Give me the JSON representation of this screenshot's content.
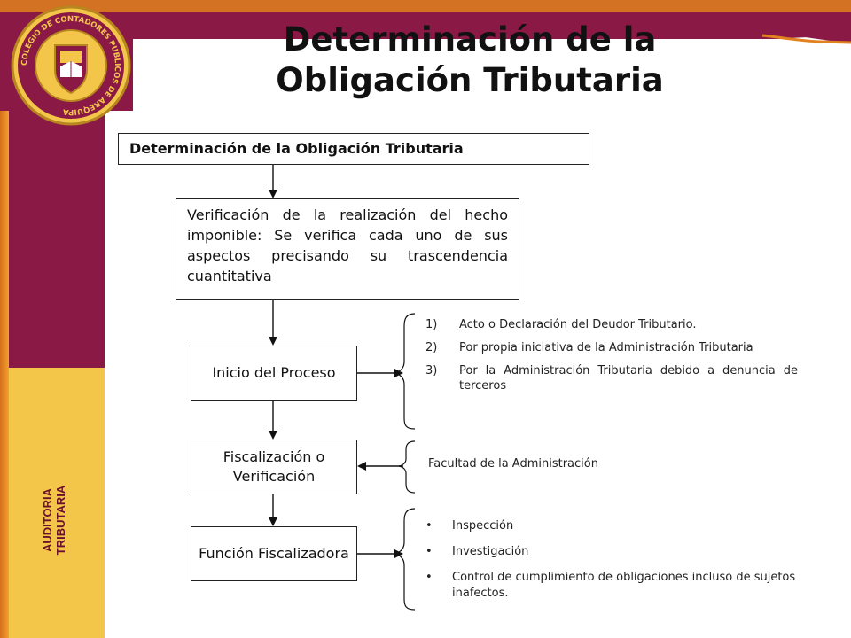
{
  "sidebar": {
    "vertical_label_line1": "AUDITORIA",
    "vertical_label_line2": "TRIBUTARIA"
  },
  "logo": {
    "ring_text": "COLEGIO DE CONTADORES PUBLICOS DE AREQUIPA"
  },
  "title": {
    "line1": "Determinación de la",
    "line2": "Obligación Tributaria"
  },
  "diagram": {
    "top_box": "Determinación de la Obligación Tributaria",
    "verification_box": "Verificación de la realización del hecho imponible: Se verifica cada uno de sus aspectos precisando su trascendencia cuantitativa",
    "steps": {
      "inicio": "Inicio del Proceso",
      "fiscalizacion": "Fiscalización o Verificación",
      "funcion": "Función Fiscalizadora"
    }
  },
  "inicio_items": [
    {
      "num": "1)",
      "text": "Acto o Declaración del Deudor Tributario."
    },
    {
      "num": "2)",
      "text": "Por propia iniciativa de la Administración Tributaria"
    },
    {
      "num": "3)",
      "text": "Por la Administración Tributaria debido a denuncia de terceros"
    }
  ],
  "fiscalizacion_note": "Facultad de la Administración",
  "funcion_items": [
    {
      "bullet": "•",
      "text": "Inspección"
    },
    {
      "bullet": "•",
      "text": "Investigación"
    },
    {
      "bullet": "•",
      "text": "Control de cumplimiento de obligaciones incluso de sujetos inafectos."
    }
  ],
  "colors": {
    "maroon": "#8a1a45",
    "gold": "#f3c64a",
    "orange": "#e0821f"
  }
}
